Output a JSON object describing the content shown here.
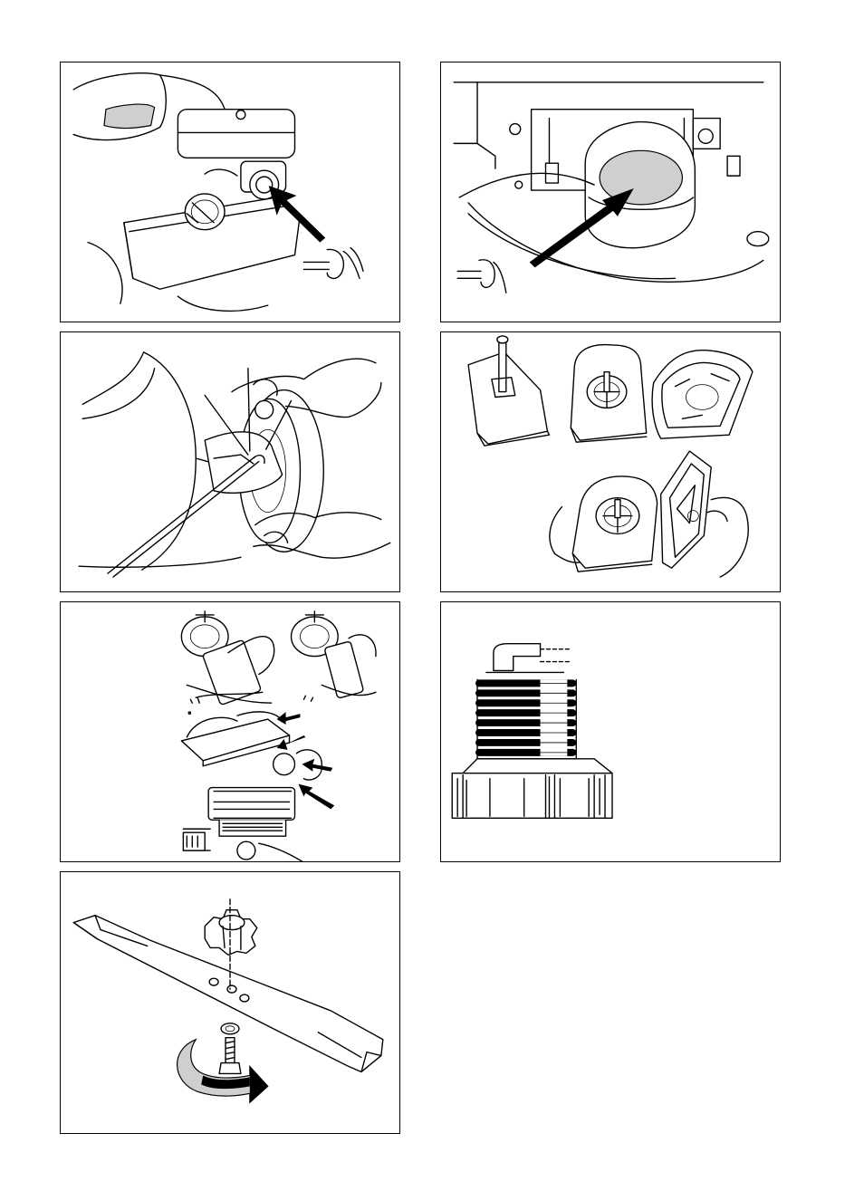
{
  "page": {
    "kind": "illustration-sheet",
    "panel_count": 7
  },
  "colors": {
    "line": "#000000",
    "background": "#ffffff",
    "shade": "#cfcfcf"
  },
  "panels": [
    {
      "id": "oil-fill",
      "icons": [
        "fuel-cap-icon",
        "pointer-arrow-icon",
        "finger-press-icon"
      ]
    },
    {
      "id": "oil-drain",
      "icons": [
        "pointer-arrow-icon",
        "finger-press-icon"
      ]
    },
    {
      "id": "height-adjust",
      "icons": [
        "hand-icon",
        "wheel-icon",
        "rod-icon"
      ]
    },
    {
      "id": "air-filter-foam",
      "icons": [
        "filter-cover-icon",
        "filter-element-icon",
        "hand-icon"
      ]
    },
    {
      "id": "air-filter-paper",
      "icons": [
        "hand-icon",
        "pointer-arrow-icon"
      ]
    },
    {
      "id": "spark-plug",
      "icons": [
        "spark-plug-icon"
      ]
    },
    {
      "id": "blade",
      "icons": [
        "blade-icon",
        "adapter-icon",
        "bolt-icon",
        "rotate-arrow-icon"
      ]
    }
  ]
}
